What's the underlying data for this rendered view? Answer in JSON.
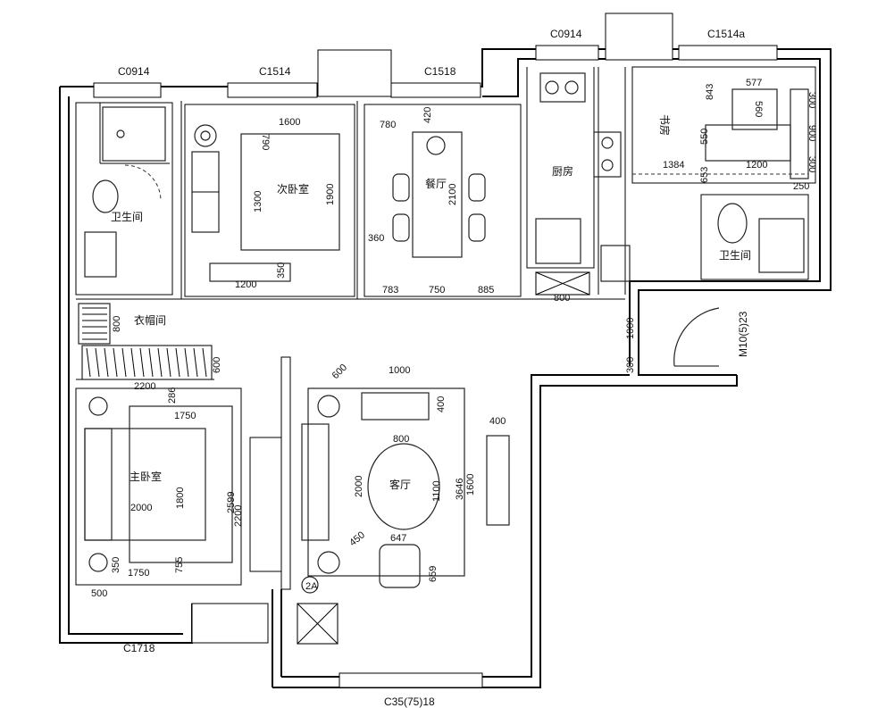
{
  "windows": {
    "w_c0914_left": "C0914",
    "w_c1514_left": "C1514",
    "w_c1518": "C1518",
    "w_c0914_top": "C0914",
    "w_c1514a": "C1514a",
    "w_c1718": "C1718",
    "w_c35": "C35(75)18"
  },
  "door_label": "M10(5)23",
  "rooms": {
    "bathroom_left": "卫生间",
    "second_bedroom": "次卧室",
    "dining": "餐厅",
    "kitchen": "厨房",
    "study": "书房",
    "bathroom_right": "卫生间",
    "cloakroom": "衣帽间",
    "master_bedroom": "主卧室",
    "living_room": "客厅"
  },
  "dims": {
    "d_1600": "1600",
    "d_790": "790",
    "d_1300": "1300",
    "d_1900": "1900",
    "d_1200a": "1200",
    "d_350": "350",
    "d_780": "780",
    "d_420": "420",
    "d_2100": "2100",
    "d_360": "360",
    "d_783": "783",
    "d_750": "750",
    "d_885": "885",
    "d_800k": "800",
    "d_843": "843",
    "d_577": "577",
    "d_560": "560",
    "d_550": "550",
    "d_300a": "300",
    "d_900": "900",
    "d_300b": "300",
    "d_1384": "1384",
    "d_1200b": "1200",
    "d_653": "653",
    "d_250": "250",
    "d_1000v": "1000",
    "d_300v": "300",
    "d_800c": "800",
    "d_600c": "600",
    "d_2200a": "2200",
    "d_286": "286",
    "d_1750a": "1750",
    "d_1800": "1800",
    "d_2599": "2599",
    "d_2000m": "2000",
    "d_2200b": "2200",
    "d_350m": "350",
    "d_1750b": "1750",
    "d_755": "755",
    "d_500": "500",
    "d_600l": "600",
    "d_1000l": "1000",
    "d_400a": "400",
    "d_800l": "800",
    "d_2000l": "2000",
    "d_1100": "1100",
    "d_3646": "3646",
    "d_1600l": "1600",
    "d_400b": "400",
    "d_450": "450",
    "d_647": "647",
    "d_659": "659"
  },
  "ac_label": "2A"
}
